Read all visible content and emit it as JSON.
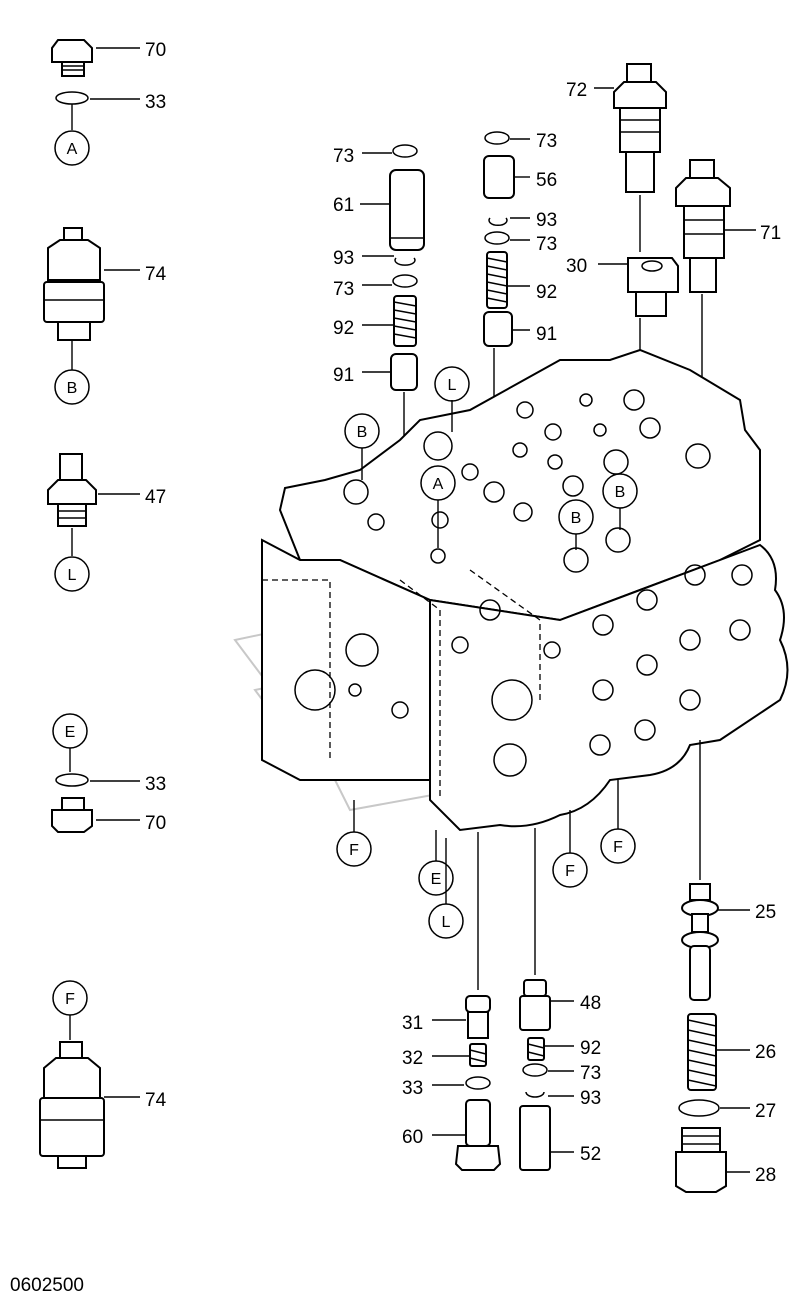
{
  "diagram": {
    "drawing_code": "0602500",
    "part_numbers": {
      "p70a": "70",
      "p33a": "33",
      "p74a": "74",
      "p47": "47",
      "p33b": "33",
      "p70b": "70",
      "p74b": "74",
      "p73a": "73",
      "p61": "61",
      "p93a": "93",
      "p73b": "73",
      "p92a": "92",
      "p91a": "91",
      "p73c": "73",
      "p56": "56",
      "p93b": "93",
      "p73d": "73",
      "p92b": "92",
      "p91b": "91",
      "p72": "72",
      "p30": "30",
      "p71": "71",
      "p25": "25",
      "p26": "26",
      "p27": "27",
      "p28": "28",
      "p31": "31",
      "p32": "32",
      "p33c": "33",
      "p60": "60",
      "p48": "48",
      "p92c": "92",
      "p73e": "73",
      "p93c": "93",
      "p52": "52"
    },
    "port_labels": {
      "a1": "A",
      "b1": "B",
      "l1": "L",
      "e1": "E",
      "f1": "F",
      "b2": "B",
      "l2": "L",
      "a2": "A",
      "b3": "B",
      "b4": "B",
      "f2": "F",
      "e2": "E",
      "l3": "L",
      "f3": "F",
      "f4": "F"
    }
  }
}
